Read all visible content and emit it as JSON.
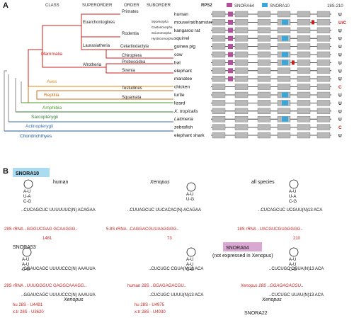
{
  "panel_a": {
    "label": "A",
    "headers": {
      "class": "CLASS",
      "superorder": "SUPERORDER",
      "order": "ORDER",
      "suborder": "SUBORDER",
      "gene": "RPS2",
      "snora64": "SNORA64",
      "snora10": "SNORA10",
      "suffix": "18S-210"
    },
    "classes": [
      {
        "name": "Mammalia",
        "color": "#c8201e"
      },
      {
        "name": "Aves",
        "color": "#e08a10"
      },
      {
        "name": "Reptilia",
        "color": "#c87018"
      },
      {
        "name": "Amphibia",
        "color": "#4a9a2a"
      },
      {
        "name": "Sarcopterygii",
        "color": "#2e7d32"
      },
      {
        "name": "Actinopterygii",
        "color": "#3a6fb0"
      },
      {
        "name": "Chondrichthyes",
        "color": "#1f5a9a"
      }
    ],
    "superorders": [
      "Euarchontoglires",
      "Laurasiatheria",
      "Afrotheria"
    ],
    "orders": [
      "Primates",
      "Rodentia",
      "Cetartiodactyla",
      "Chiroptera",
      "Proboscidea",
      "Sirenia",
      "Testudines",
      "Squamata"
    ],
    "suborders": [
      "Myomorpha",
      "Castorimorpha",
      "Sciuromorpha",
      "Hystricomorpha"
    ],
    "species": [
      {
        "name": "human",
        "italic": false,
        "call": "U",
        "call_color": "#111"
      },
      {
        "name": "mouse/rat/hamster",
        "italic": false,
        "call": "U/C",
        "call_color": "#c8201e"
      },
      {
        "name": "kangaroo rat",
        "italic": false,
        "call": "U",
        "call_color": "#111"
      },
      {
        "name": "squirrel",
        "italic": false,
        "call": "U",
        "call_color": "#111"
      },
      {
        "name": "guinea pig",
        "italic": false,
        "call": "U",
        "call_color": "#111"
      },
      {
        "name": "cow",
        "italic": false,
        "call": "U",
        "call_color": "#111"
      },
      {
        "name": "bat",
        "italic": false,
        "call": "U",
        "call_color": "#111"
      },
      {
        "name": "elephant",
        "italic": false,
        "call": "U",
        "call_color": "#111"
      },
      {
        "name": "manatee",
        "italic": false,
        "call": "U",
        "call_color": "#111"
      },
      {
        "name": "chicken",
        "italic": false,
        "call": "C",
        "call_color": "#c8201e"
      },
      {
        "name": "turtle",
        "italic": false,
        "call": "U",
        "call_color": "#111"
      },
      {
        "name": "lizard",
        "italic": false,
        "call": "U",
        "call_color": "#111"
      },
      {
        "name": "X. tropicalis",
        "italic": true,
        "call": "U",
        "call_color": "#111"
      },
      {
        "name": "Latimeria",
        "italic": true,
        "call": "U",
        "call_color": "#111"
      },
      {
        "name": "zebrafish",
        "italic": false,
        "call": "C",
        "call_color": "#c8201e"
      },
      {
        "name": "elephant shark",
        "italic": false,
        "call": "U",
        "call_color": "#111"
      }
    ],
    "colors": {
      "snora64": "#b0509a",
      "snora10": "#3aa7d8",
      "exon": "#b8b8b8",
      "red": "#c8201e"
    }
  },
  "panel_b": {
    "label": "B",
    "top": {
      "snora10_badge": "SNORA10",
      "human": "human",
      "xenopus": "Xenopus",
      "all_species": "all species",
      "seq1": "..CUCAGCUC UUUUUUC(N) ACAGAA",
      "seq1_r": "28S rRNA ..GGGUCGAG GCAAGGG..",
      "num1": "1481",
      "seq2": "..CUUAGCUC UUCACAC(N) ACAGAA",
      "seq2_r": "5.8S rRNA ..CAGGACGUUAAGGGG..",
      "num2": "73",
      "seq3": "..CUCAGCUC UCGUU(N)13 ACA",
      "seq3_r": "18S rRNA ..UACGUCGUAGGGG..",
      "num3": "210"
    },
    "bottom": {
      "snora53": "SNORA53",
      "snora64_badge": "SNORA64",
      "not_expressed": "(not expressed in Xenopus)",
      "snora22": "SNORA22",
      "xenopus_left": "Xenopus",
      "xenopus_right": "Xenopus",
      "seqA": "..GGAUCAGC UUUUCCC(N) AAAUUA",
      "seqA_r": "28S rRNA ..UUUGGGUC GAGGCAAAGG..",
      "seqB": "..CUCUGC CGUA(N)13 ACA",
      "seqB_r": "human 28S ..GGAGAGACGU..",
      "seqC": "..CUCUGC CGUA(N)13 ACA",
      "seqC_r": "Xenopus 28S ..GGAGAGACGU..",
      "seqD": "..GGAUCAGC UUUUCCC(N) AAAUUA",
      "seqE": "..CUCUGC UUUU(N)13 ACA",
      "seqF": "..CUCUGC UUAU(N)13 ACA",
      "hs1": "hu 28S - U4491",
      "xl1": "x.tr 28S - U3620",
      "hs2": "hu 28S - U4975",
      "xl2": "x.tr 28S - U4030"
    }
  }
}
